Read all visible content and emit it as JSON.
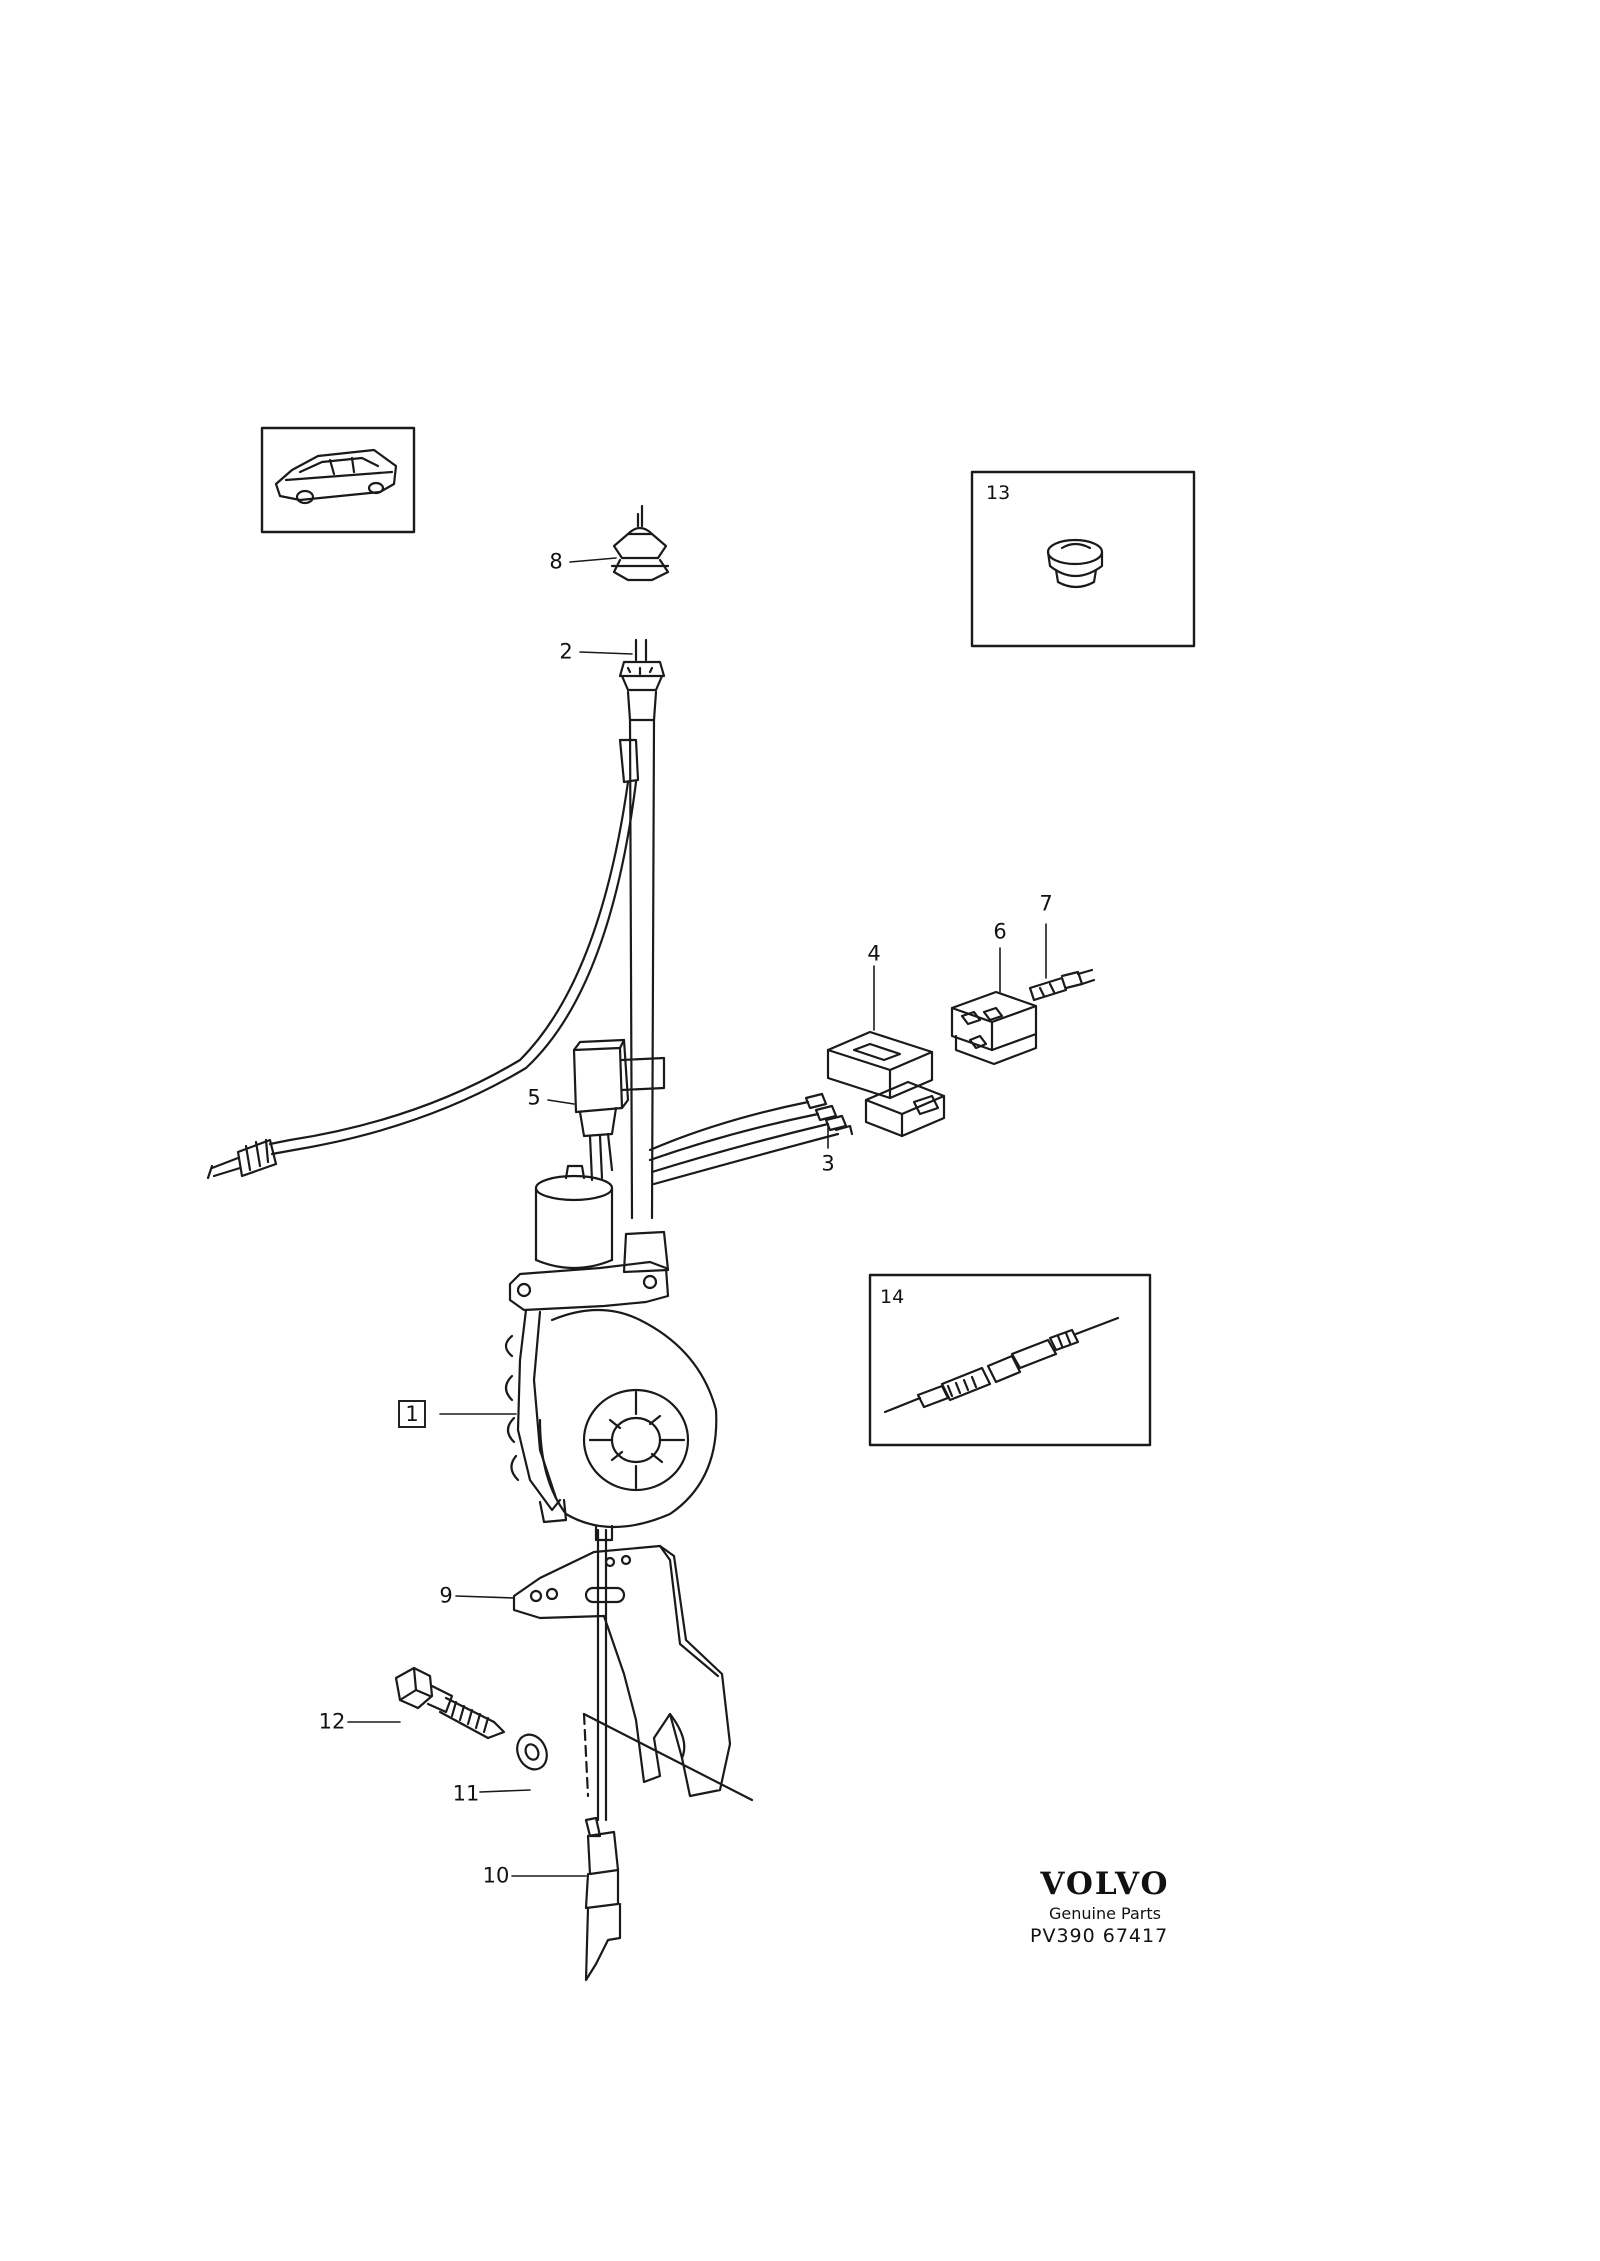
{
  "callouts": {
    "p1": "1",
    "p2": "2",
    "p3": "3",
    "p4": "4",
    "p5": "5",
    "p6": "6",
    "p7": "7",
    "p8": "8",
    "p9": "9",
    "p10": "10",
    "p11": "11",
    "p12": "12",
    "p13": "13",
    "p14": "14"
  },
  "brand": {
    "name": "VOLVO",
    "subtitle": "Genuine Parts",
    "code": "PV390 67417"
  }
}
